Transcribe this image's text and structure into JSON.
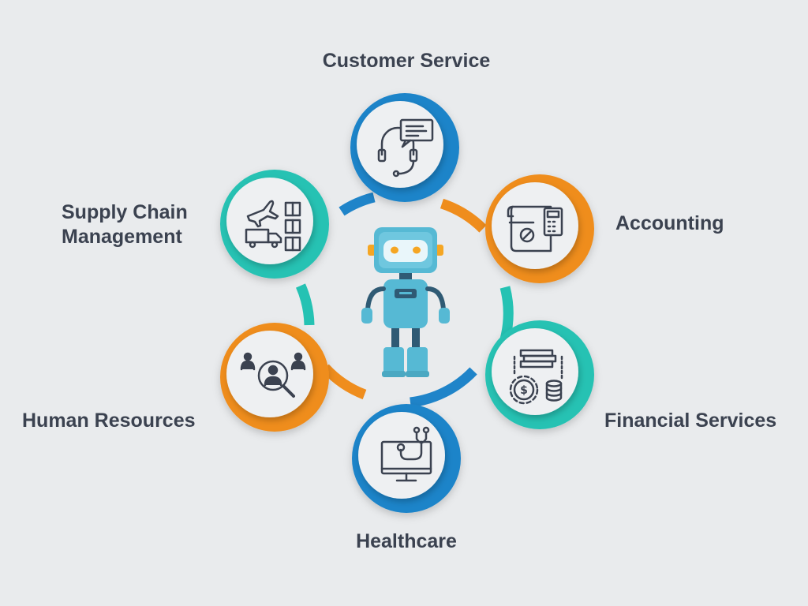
{
  "colors": {
    "background": "#e9ebed",
    "blue": "#1f84c9",
    "orange": "#ef8d1d",
    "teal": "#25c2b3",
    "icon_stroke": "#3b4250",
    "robot": "#56b9d4",
    "robot_dark": "#2f5a74",
    "robot_eyes": "#f5a623"
  },
  "center": {
    "icon": "robot-icon"
  },
  "nodes": [
    {
      "key": "customer_service",
      "label": "Customer Service",
      "ring_color": "blue",
      "icon": "headset-chat-icon"
    },
    {
      "key": "accounting",
      "label": "Accounting",
      "ring_color": "orange",
      "icon": "calculator-document-icon"
    },
    {
      "key": "financial_services",
      "label": "Financial Services",
      "ring_color": "teal",
      "icon": "money-gear-coins-icon"
    },
    {
      "key": "healthcare",
      "label": "Healthcare",
      "ring_color": "blue",
      "icon": "monitor-stethoscope-icon"
    },
    {
      "key": "human_resources",
      "label": "Human Resources",
      "ring_color": "orange",
      "icon": "people-search-icon"
    },
    {
      "key": "supply_chain",
      "label": "Supply Chain\nManagement",
      "ring_color": "teal",
      "icon": "plane-truck-boxes-icon"
    }
  ]
}
